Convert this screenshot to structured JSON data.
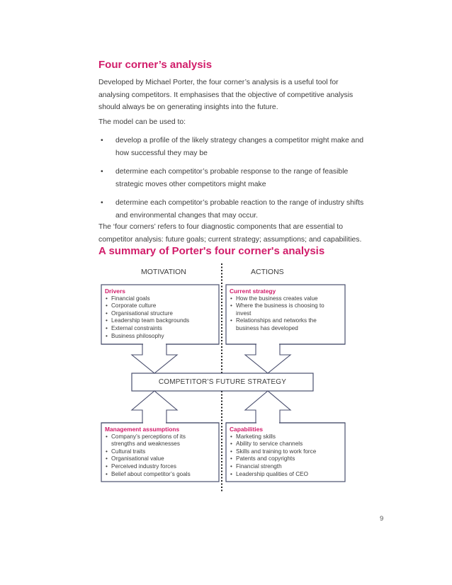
{
  "heading": "Four corner’s analysis",
  "intro": "Developed by Michael Porter, the four corner’s analysis is a useful tool for analysing competitors. It emphasises that the objective of competitive analysis should always be on generating insights into the future.",
  "model_intro": "The model can be used to:",
  "bullets": [
    "develop a profile of the likely strategy changes a competitor might make and how successful they may be",
    "determine each competitor’s probable response to the range of feasible strategic moves other competitors might make",
    "determine each competitor’s probable reaction to the range of industry shifts and environmental changes that may occur."
  ],
  "components_text": "The ‘four corners’ refers to four diagnostic components that are essential to competitor analysis: future goals; current strategy; assumptions; and capabilities.",
  "summary_heading": "A summary of Porter's four corner's analysis",
  "diagram": {
    "motivation": "MOTIVATION",
    "actions": "ACTIONS",
    "center": "COMPETITOR’S FUTURE STRATEGY",
    "drivers": {
      "title": "Drivers",
      "items": [
        "Financial goals",
        "Corporate culture",
        "Organisational structure",
        "Leadership team backgrounds",
        "External constraints",
        "Business philosophy"
      ]
    },
    "current_strategy": {
      "title": "Current strategy",
      "items": [
        "How the business creates value",
        "Where the business is choosing to invest",
        "Relationships and networks the business has developed"
      ]
    },
    "management_assumptions": {
      "title": "Management assumptions",
      "items": [
        "Company’s perceptions of its strengths and weaknesses",
        "Cultural traits",
        "Organisational value",
        "Perceived industry forces",
        "Belief about competitor’s goals"
      ]
    },
    "capabilities": {
      "title": "Capabilities",
      "items": [
        "Marketing skills",
        "Ability to service channels",
        "Skills and training to work force",
        "Patents and copyrights",
        "Financial strength",
        "Leadership qualities of CEO"
      ]
    },
    "accent_color": "#d11d6a",
    "line_color": "#4a4f6e"
  },
  "page_number": "9"
}
